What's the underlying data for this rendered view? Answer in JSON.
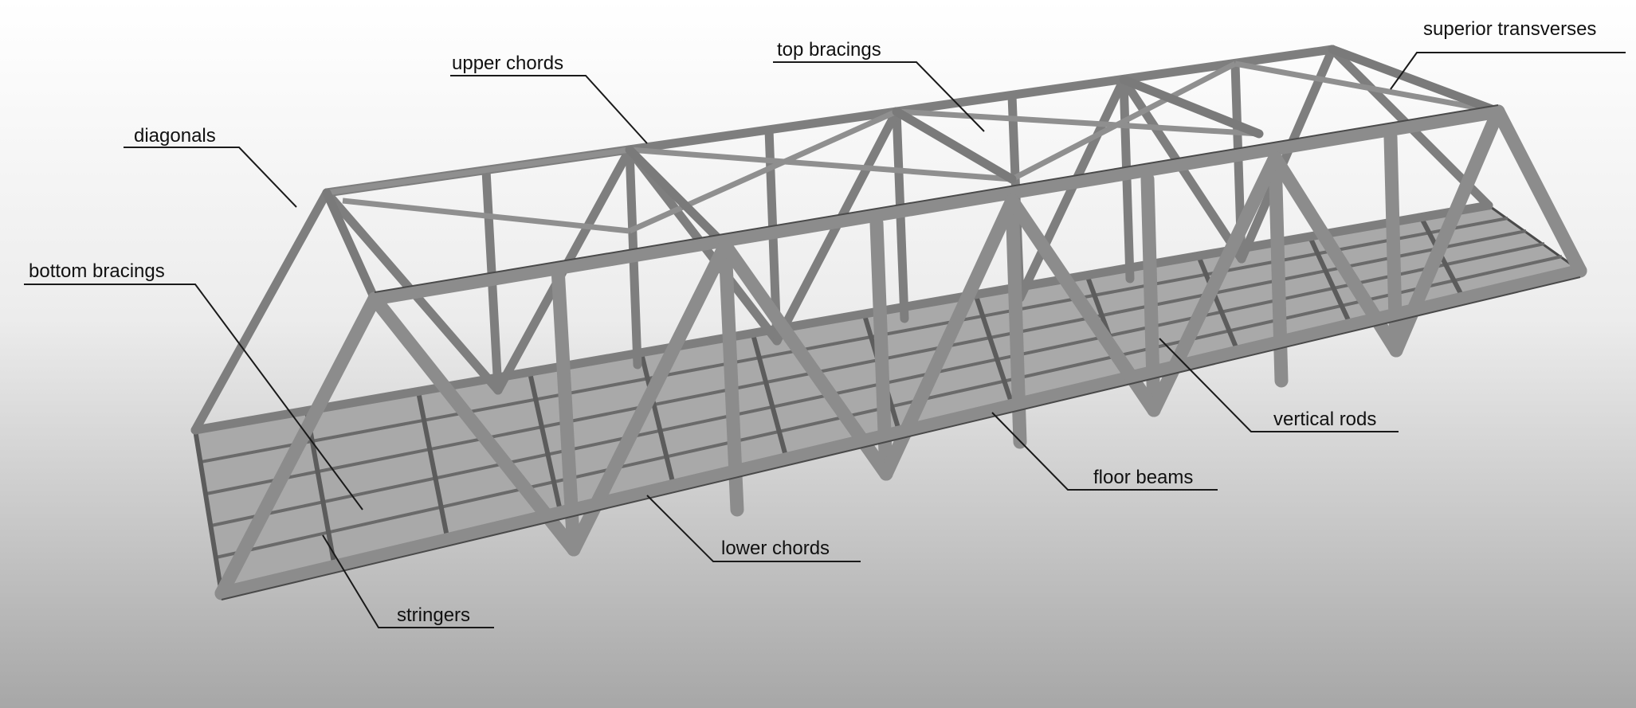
{
  "labels": {
    "superior_transverses": "superior transverses",
    "upper_chords": "upper chords",
    "top_bracings": "top bracings",
    "diagonals": "diagonals",
    "bottom_bracings": "bottom bracings",
    "vertical_rods": "vertical rods",
    "floor_beams": "floor beams",
    "lower_chords": "lower chords",
    "stringers": "stringers"
  },
  "colors": {
    "member": "#8c8c8c",
    "member_edge": "#4a4a4a",
    "deck": "#a9a9a9",
    "leader": "#1a1a1a",
    "text": "#111111"
  }
}
